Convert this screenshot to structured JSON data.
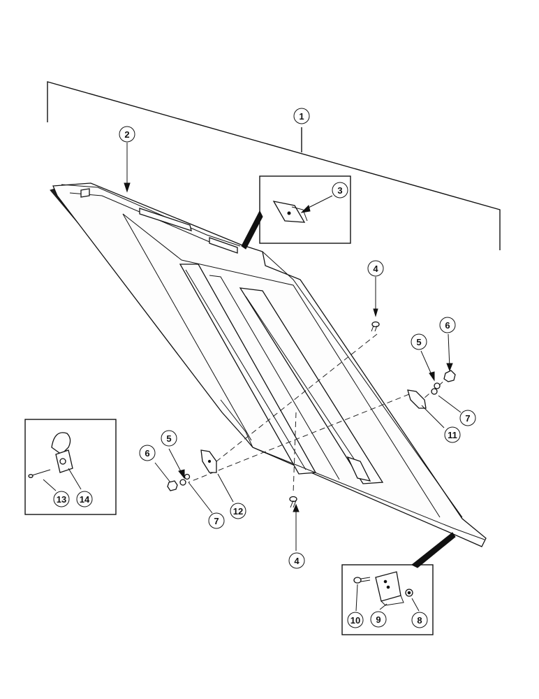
{
  "callouts": {
    "c1": "1",
    "c2": "2",
    "c3": "3",
    "c4a": "4",
    "c4b": "4",
    "c5a": "5",
    "c5b": "5",
    "c6a": "6",
    "c6b": "6",
    "c7a": "7",
    "c7b": "7",
    "c8": "8",
    "c9": "9",
    "c10": "10",
    "c11": "11",
    "c12": "12",
    "c13": "13",
    "c14": "14"
  },
  "colors": {
    "ink": "#111111",
    "paper": "#ffffff"
  }
}
